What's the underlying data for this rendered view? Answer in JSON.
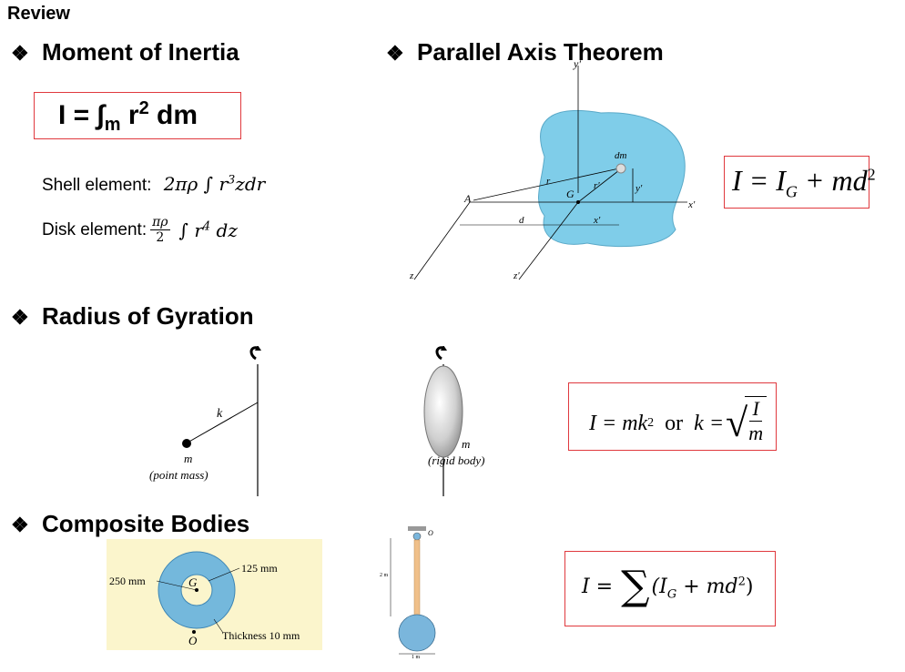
{
  "review": "Review",
  "bullet": "❖",
  "moment": {
    "heading": "Moment of Inertia",
    "formula_lhs": "I = ∫",
    "formula_sub": "m",
    "formula_r": " r",
    "formula_sup": "2",
    "formula_dm": " dm",
    "shell_label": "Shell  element:",
    "shell_expr_a": "2πρ ∫ r",
    "shell_expr_sup": "3",
    "shell_expr_b": "zdr",
    "disk_label": "Disk element:",
    "disk_num": "πρ",
    "disk_den": "2",
    "disk_expr_a": "∫ r",
    "disk_expr_sup": "4",
    "disk_expr_b": " dz"
  },
  "parallel": {
    "heading": "Parallel Axis Theorem",
    "formula_a": "I = I",
    "formula_sub": "G",
    "formula_b": " + md",
    "formula_sup": "2",
    "labels": {
      "yprime": "y'",
      "dm": "dm",
      "r": "r",
      "rprime": "r'",
      "ypr": "y'",
      "A": "A",
      "G": "G",
      "xprime_axis": "x'",
      "d": "d",
      "xprime": "x'",
      "z": "z",
      "zprime": "z'"
    }
  },
  "gyration": {
    "heading": "Radius of Gyration",
    "k": "k",
    "m1": "m",
    "point_mass": "(point mass)",
    "m2": "m",
    "rigid_body": "(rigid body)",
    "formula_a": "I = mk",
    "formula_sup": "2",
    "formula_or": "  or  ",
    "formula_k": "k =",
    "frac_num": "I",
    "frac_den": "m"
  },
  "composite": {
    "heading": "Composite Bodies",
    "d250": "250 mm",
    "d125": "125 mm",
    "G": "G",
    "O": "O",
    "thickness": "Thickness 10 mm",
    "pend_o": "O",
    "pend_len": "2 m",
    "pend_w": "1 m",
    "formula_a": "I = ",
    "formula_sum": "∑",
    "formula_b": "(I",
    "formula_sub": "G",
    "formula_c": " + md",
    "formula_sup": "2",
    "formula_d": ")"
  },
  "colors": {
    "box_border": "#e0393e",
    "body_blue": "#7fcde9",
    "ring_fill": "#74b8dc",
    "panel_bg": "#fbf5cc",
    "disk_blue": "#7ab6dc",
    "rod": "#f0c08a"
  }
}
